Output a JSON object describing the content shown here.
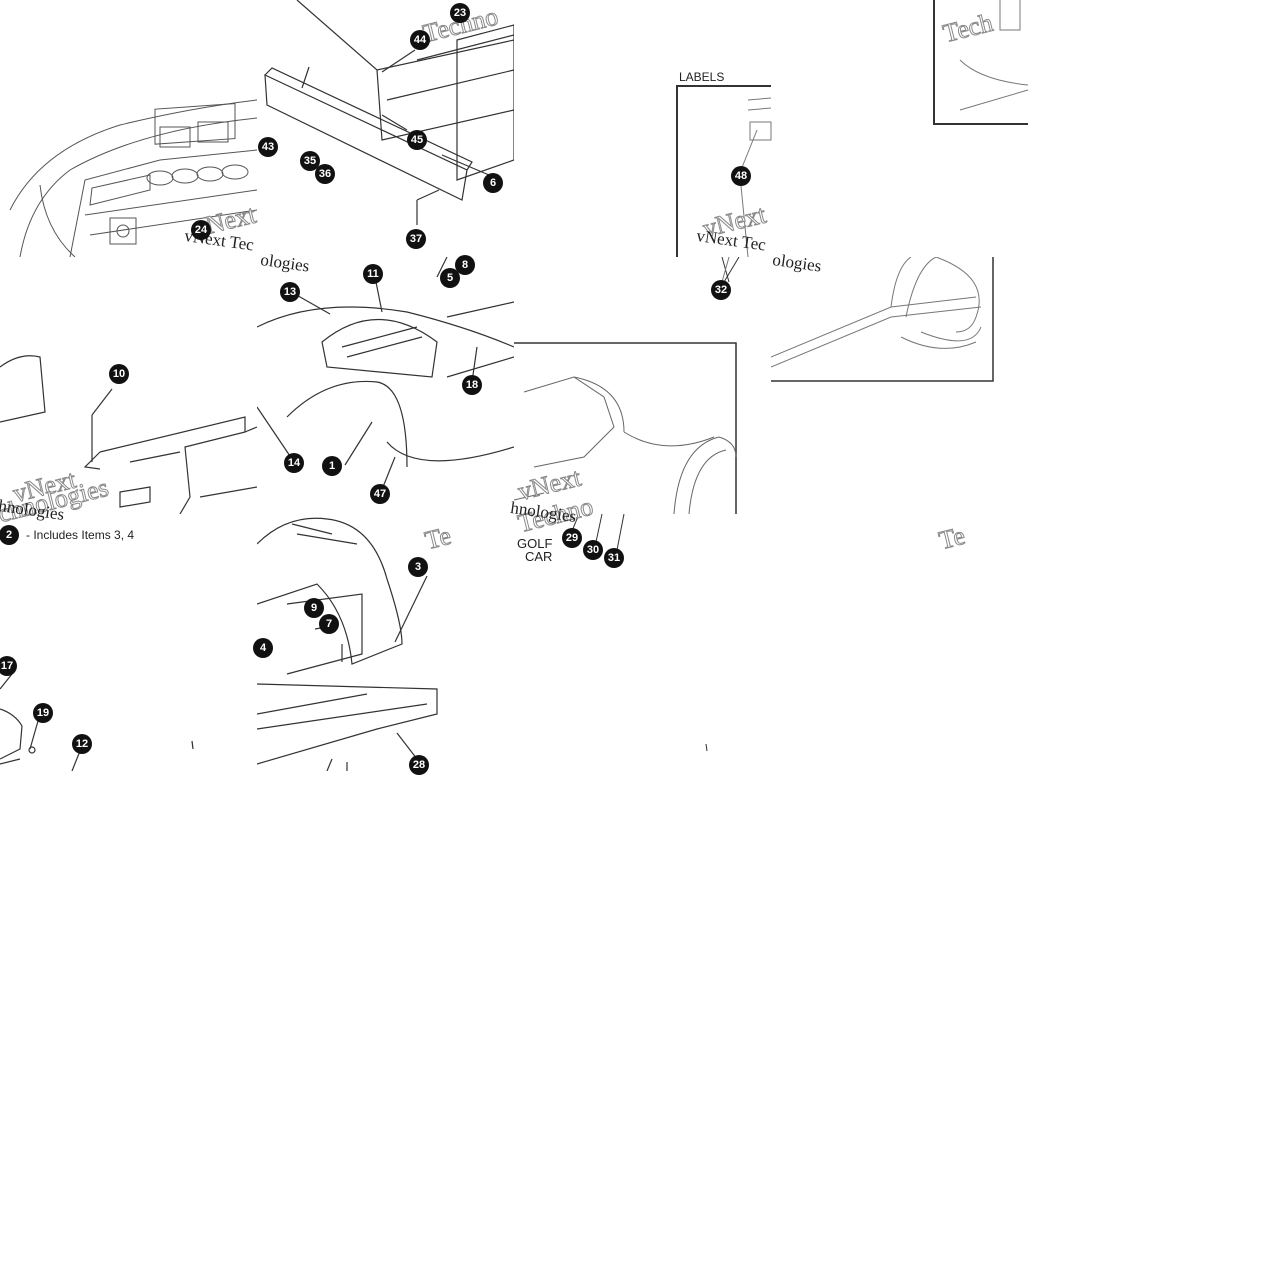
{
  "labels": {
    "labels_heading": "LABELS",
    "includes_note": "- Includes Items 3, 4",
    "golf": "GOLF",
    "car": "CAR"
  },
  "watermark": {
    "text": "vNext Technologies",
    "fragment_techno": "Techno",
    "fragment_tech": "Tech",
    "fragment_te": "Te",
    "fragment_ologies": "ologies",
    "fragment_chnologies": "chnologies",
    "fragment_hnologies": "hnologies",
    "fragment_vnext_tec": "vNext Tec",
    "fragment_vnext": "vNext"
  },
  "callouts": {
    "c1": "1",
    "c2": "2",
    "c3": "3",
    "c4": "4",
    "c5": "5",
    "c6": "6",
    "c7": "7",
    "c8": "8",
    "c9": "9",
    "c10": "10",
    "c11": "11",
    "c12": "12",
    "c13": "13",
    "c14": "14",
    "c17": "17",
    "c18": "18",
    "c19": "19",
    "c23": "23",
    "c24": "24",
    "c28": "28",
    "c29": "29",
    "c30": "30",
    "c31": "31",
    "c32": "32",
    "c35": "35",
    "c36": "36",
    "c37": "37",
    "c43": "43",
    "c44": "44",
    "c45": "45",
    "c47": "47",
    "c48": "48"
  },
  "colors": {
    "line": "#333333",
    "callout_fill": "#111111",
    "watermark_stroke": "#8a8a8a"
  }
}
